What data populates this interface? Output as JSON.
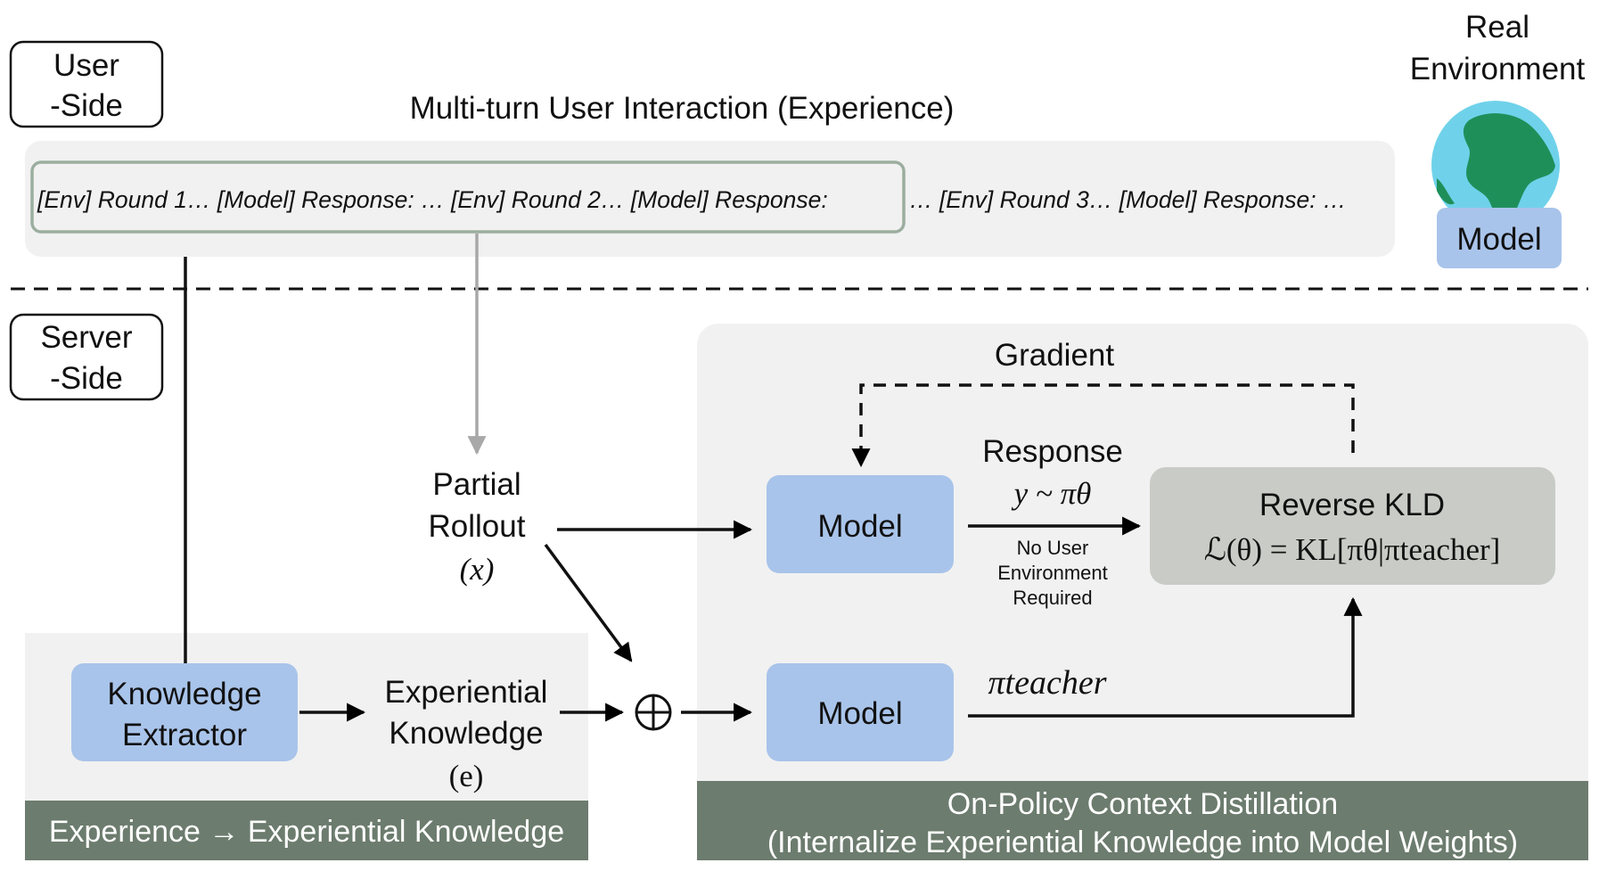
{
  "top": {
    "side_label_line1": "User",
    "side_label_line2": "-Side",
    "title": "Multi-turn User Interaction (Experience)",
    "rounds_highlighted": "[Env] Round 1… [Model] Response: … [Env] Round 2… [Model] Response:",
    "rounds_rest": "… [Env] Round 3… [Model] Response: …",
    "env_label_line1": "Real",
    "env_label_line2": "Environment",
    "env_model_label": "Model"
  },
  "bottom": {
    "side_label_line1": "Server",
    "side_label_line2": "-Side",
    "partial_line1": "Partial",
    "partial_line2": "Rollout",
    "partial_symbol": "(x)",
    "extractor_line1": "Knowledge",
    "extractor_line2": "Extractor",
    "experiential_line1": "Experiential",
    "experiential_line2": "Knowledge",
    "experiential_symbol": "(e)",
    "left_footer": "Experience → Experiential Knowledge",
    "gradient_label": "Gradient",
    "response_label": "Response",
    "response_formula": "y ~ πθ",
    "no_env_line1": "No User",
    "no_env_line2": "Environment",
    "no_env_line3": "Required",
    "student_model": "Model",
    "teacher_model": "Model",
    "teacher_label": "πteacher",
    "kld_title": "Reverse KLD",
    "kld_formula": "ℒ(θ) = KL[πθ|πteacher]",
    "right_footer_line1": "On-Policy Context Distillation",
    "right_footer_line2": "(Internalize Experiential Knowledge into Model Weights)"
  },
  "colors": {
    "model_box": "#a9c4ea",
    "panel_bg": "#f1f1f1",
    "footer_bg": "#6c7c6e",
    "kld_box": "#c9ccc6",
    "round_border": "#9cae9f",
    "gray_arrow": "#a8a8a8",
    "globe_ocean": "#6fd2ea",
    "globe_land": "#1f8f5a"
  }
}
